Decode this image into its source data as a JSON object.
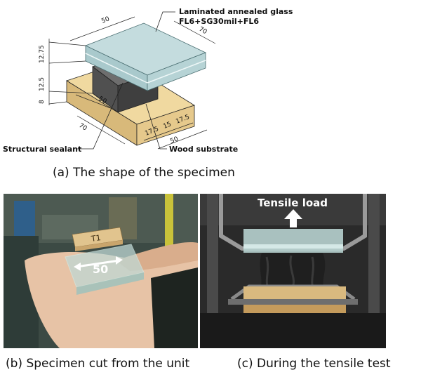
{
  "figure": {
    "panel_a": {
      "caption": "(a)   The shape of the specimen",
      "callouts": {
        "glass": "Laminated annealed glass",
        "glass_spec": "FL6+SG30mil+FL6",
        "sealant": "Structural sealant",
        "wood": "Wood substrate"
      },
      "dimensions": {
        "top_length": "50",
        "top_depth": "70",
        "glass_thickness": "12.75",
        "sealant_height": "12.5",
        "wood_height": "8",
        "sealant_width": "50",
        "wood_depth": "70",
        "base_width": "50",
        "edge_left": "17.5",
        "middle": "15",
        "edge_right": "17.5"
      }
    },
    "panel_b": {
      "caption": "(b)   Specimen cut from the unit",
      "arrow_label": "50",
      "block_label": "T1"
    },
    "panel_c": {
      "caption": "(c)   During the tensile test",
      "load_label": "Tensile load"
    }
  }
}
